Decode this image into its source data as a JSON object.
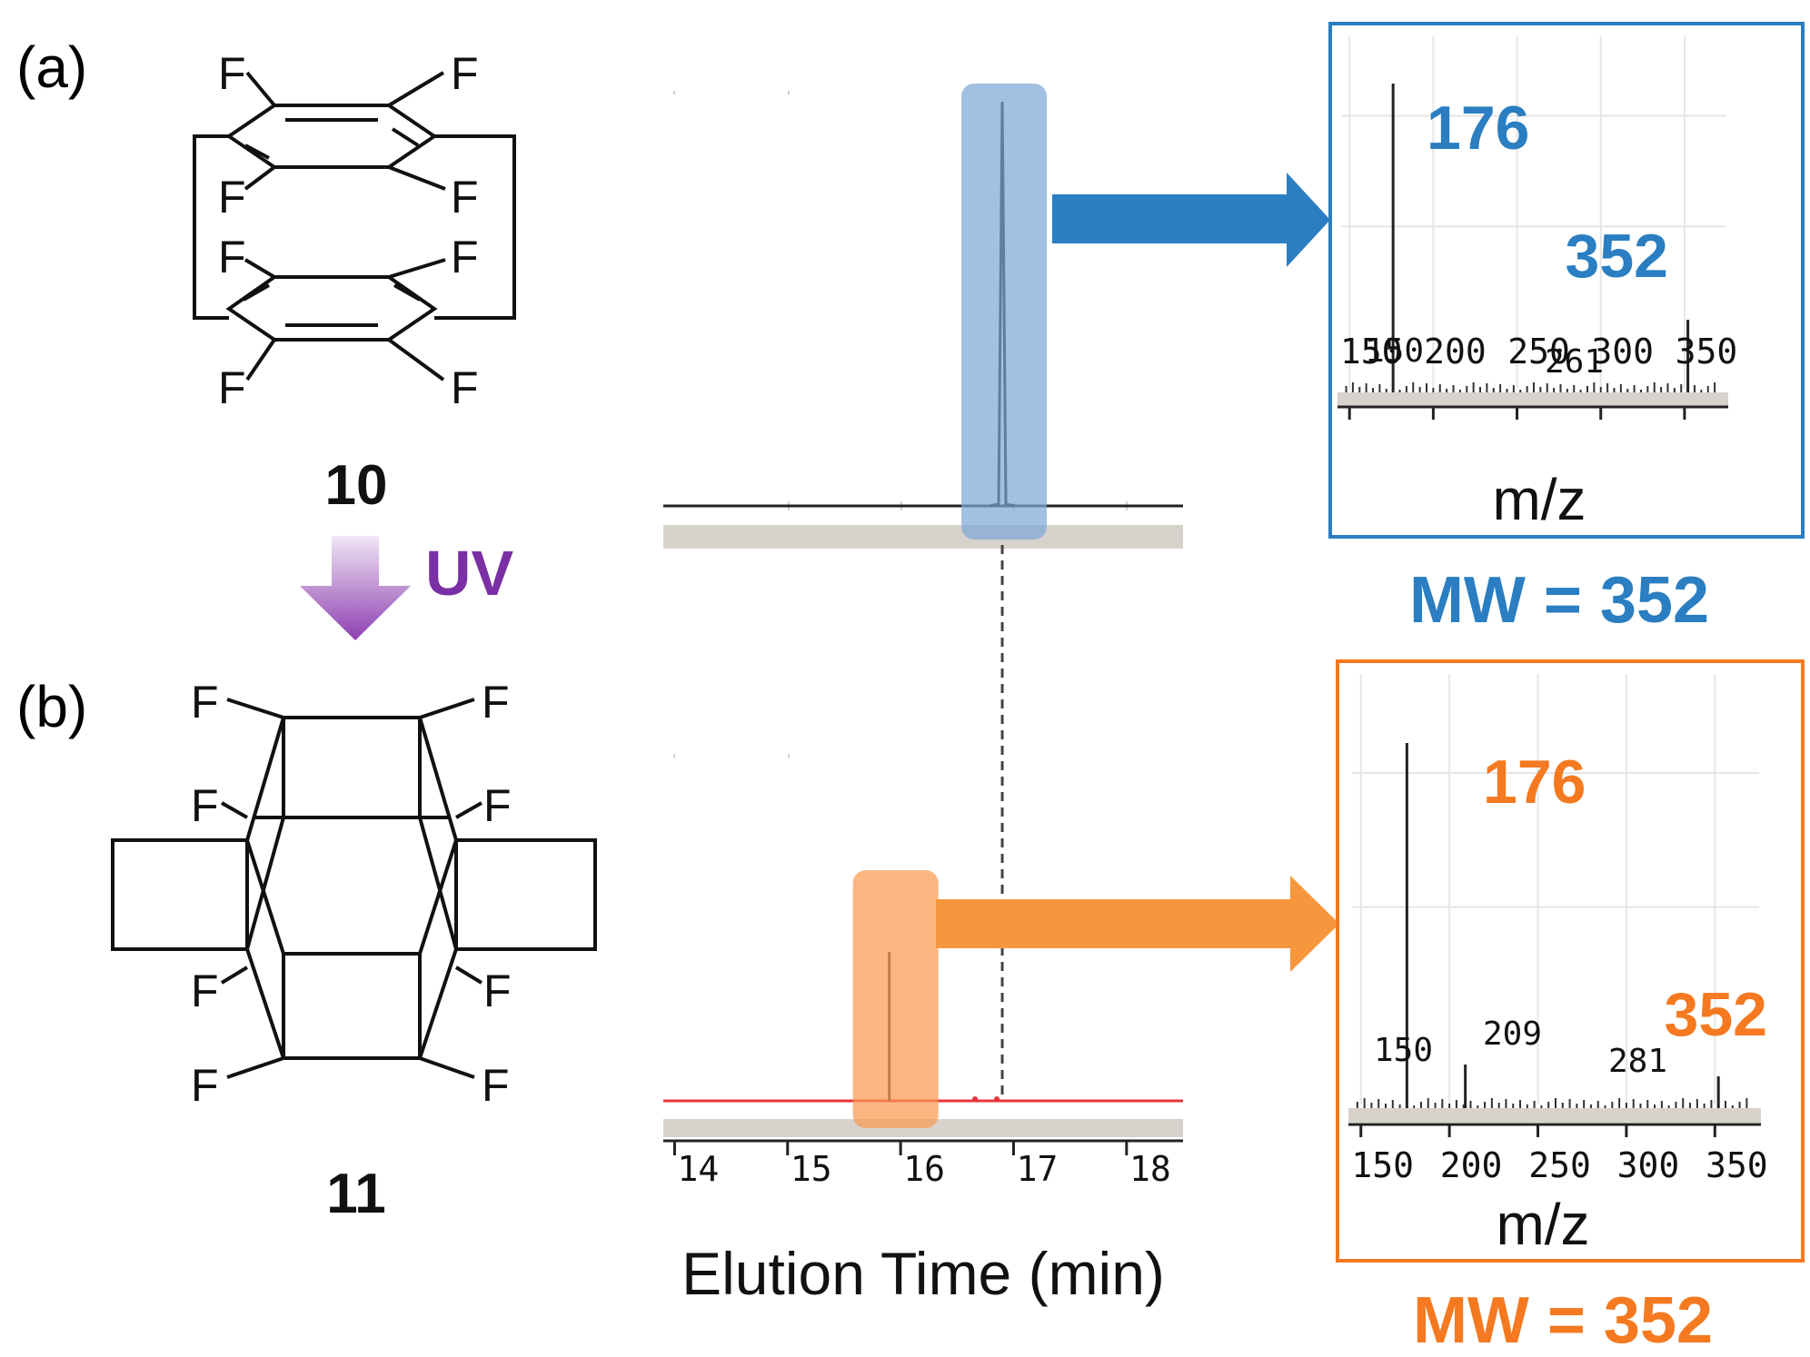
{
  "panels": {
    "a": {
      "label": "(a)",
      "compound": "10",
      "atoms": [
        "F",
        "F",
        "F",
        "F",
        "F",
        "F",
        "F",
        "F"
      ]
    },
    "b": {
      "label": "(b)",
      "compound": "11",
      "atoms": [
        "F",
        "F",
        "F",
        "F",
        "F",
        "F",
        "F",
        "F"
      ]
    }
  },
  "reaction": {
    "label": "UV",
    "color": "#7b2fa5"
  },
  "chromatogram": {
    "xlabel": "Elution Time (min)",
    "ticks": [
      "14",
      "15",
      "16",
      "17",
      "18"
    ],
    "top_trace_color": "#111111",
    "bottom_trace_color": "#e8333a",
    "top_peak_min": 16.9,
    "bottom_peak_min": 15.9
  },
  "spectra": [
    {
      "color": "#2a7ec1",
      "base_peak": "176",
      "mol_ion": "352",
      "mw": "MW = 352",
      "peak_labels": [
        "150",
        "261"
      ],
      "xlabel": "m/z",
      "ticks": [
        "150",
        "200",
        "250",
        "300",
        "350"
      ]
    },
    {
      "color": "#f47920",
      "base_peak": "176",
      "mol_ion": "352",
      "mw": "MW = 352",
      "peak_labels": [
        "150",
        "209",
        "281"
      ],
      "xlabel": "m/z",
      "ticks": [
        "150",
        "200",
        "250",
        "300",
        "350"
      ]
    }
  ]
}
